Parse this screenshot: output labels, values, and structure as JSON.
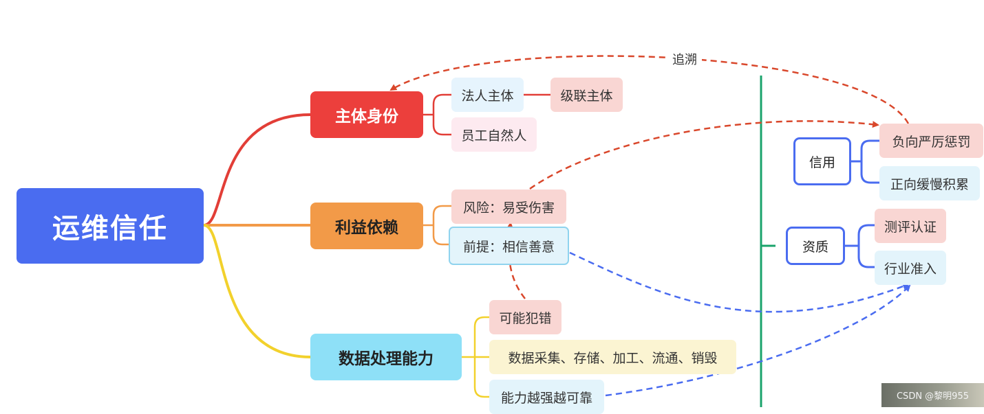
{
  "mindmap": {
    "root": {
      "label": "运维信任"
    },
    "identity": {
      "label": "主体身份",
      "children": [
        "法人主体",
        "员工自然人"
      ],
      "cascade": "级联主体"
    },
    "interest": {
      "label": "利益依赖",
      "children": [
        "风险：易受伤害",
        "前提：相信善意"
      ]
    },
    "capability": {
      "label": "数据处理能力",
      "children": [
        "可能犯错",
        "数据采集、存储、加工、流通、销毁",
        "能力越强越可靠"
      ]
    },
    "credit": {
      "label": "信用",
      "children": [
        "负向严厉惩罚",
        "正向缓慢积累"
      ]
    },
    "qualification": {
      "label": "资质",
      "children": [
        "测评认证",
        "行业准入"
      ]
    },
    "trace_label": "追溯"
  },
  "colors": {
    "root": "#4a6cf0",
    "identity": "#ec3f3c",
    "interest": "#f29a48",
    "capability": "#f2d12c",
    "divider": "#1aa36b",
    "arrow_red": "#d9472b",
    "arrow_blue": "#4a6cf0"
  },
  "watermark": "CSDN @黎明955"
}
